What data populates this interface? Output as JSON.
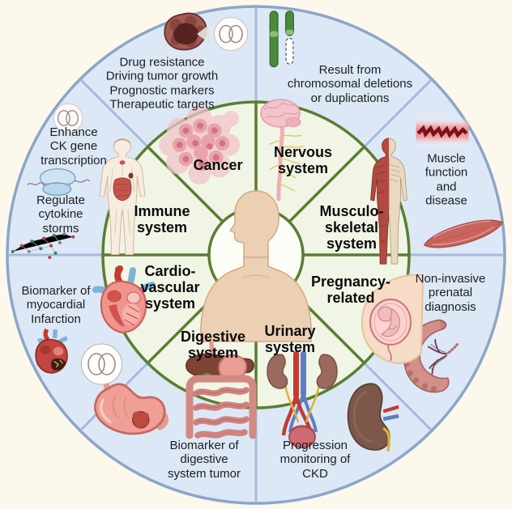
{
  "colors": {
    "background": "#fdf8ec",
    "outer_ring_fill": "#dce8f6",
    "outer_border": "#8da5c8",
    "outer_divider": "#a6badb",
    "inner_ring_fill": "#f1f5e6",
    "green_border": "#5a7e30",
    "center_fill": "#fdfdf8",
    "text": "#1e1e1e"
  },
  "inner_labels": {
    "cancer": "Cancer",
    "nervous": "Nervous\nsystem",
    "musculoskeletal": "Musculo-\nskeletal\nsystem",
    "pregnancy": "Pregnancy-\nrelated",
    "urinary": "Urinary\nsystem",
    "digestive": "Digestive\nsystem",
    "cardiovascular": "Cardio-\nvascular\nsystem",
    "immune": "Immune\nsystem"
  },
  "outer_notes": {
    "cancer": "Drug resistance\nDriving tumor growth\nPrognostic markers\nTherapeutic targets",
    "nervous": "Result from\nchromosomal deletions\nor  duplications",
    "musculoskeletal": "Muscle\nfunction\nand\ndisease",
    "pregnancy": "Non-invasive\nprenatal\ndiagnosis",
    "urinary": "Progression\nmonitoring of\nCKD",
    "digestive": "Biomarker of\ndigestive\nsystem tumor",
    "cardiovascular": "Biomarker of\nmyocardial\nInfarction",
    "immune_1": "Enhance\nCK gene\ntranscription",
    "immune_2": "Regulate\ncytokine\nstorms"
  },
  "icons": {
    "center": "human-torso-icon",
    "cancer_inner": "tumor-cells-icon",
    "nervous_inner": "brain-spinal-cord-icon",
    "musculoskeletal_inner": "muscle-skeleton-body-icon",
    "pregnancy_inner": "fetus-in-womb-icon",
    "urinary_inner": "kidneys-bladder-icon",
    "digestive_inner": "gastrointestinal-tract-icon",
    "cardiovascular_inner": "anatomical-heart-icon",
    "immune_inner": "lymphatic-body-icon",
    "cancer_outer": "tumor-icon, eccdna-rings-icon",
    "nervous_outer": "chromosome-deletion-icon",
    "musculoskeletal_outer": "muscle-fiber-icon, muscle-spindle-icon",
    "pregnancy_outer": "placenta-icon",
    "urinary_outer": "kidney-icon",
    "digestive_outer": "stomach-tumor-icon",
    "cardiovascular_outer": "infarcted-heart-icon, eccdna-magnifier-icon",
    "immune_outer": "eccdna-rings-icon, ribosome-mrna-icon, molecular-network-icon"
  }
}
